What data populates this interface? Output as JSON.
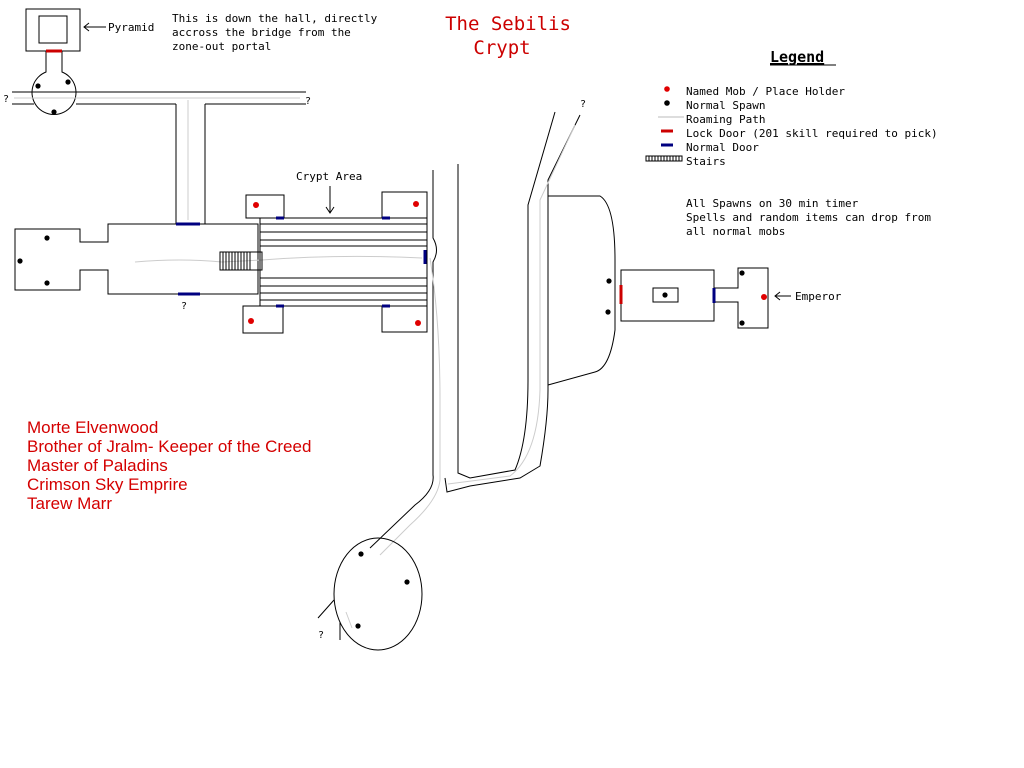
{
  "title": {
    "line1": "The Sebilis",
    "line2": "Crypt"
  },
  "colors": {
    "named_mob": "#e00000",
    "normal_spawn": "#000000",
    "roaming_path": "#cccccc",
    "lock_door": "#cc0000",
    "normal_door": "#000080",
    "credits_text": "#d40000",
    "title_text": "#cc0000"
  },
  "legend": {
    "heading": "Legend",
    "items": [
      {
        "label": "Named Mob / Place Holder",
        "symbol": "red-dot"
      },
      {
        "label": "Normal Spawn",
        "symbol": "black-dot"
      },
      {
        "label": "Roaming Path",
        "symbol": "gray-line"
      },
      {
        "label": "Lock Door (201 skill required to pick)",
        "symbol": "red-bar"
      },
      {
        "label": "Normal Door",
        "symbol": "blue-bar"
      },
      {
        "label": "Stairs",
        "symbol": "stairs"
      }
    ],
    "notes": [
      "All Spawns on 30 min timer",
      "Spells and random items can drop from",
      "all normal mobs"
    ]
  },
  "annotations": {
    "pyramid_label": "Pyramid",
    "hall_note": [
      "This is down the hall, directly",
      "accross the bridge from the",
      "zone-out portal"
    ],
    "crypt_area": "Crypt Area",
    "emperor": "Emperor",
    "unknown_marker": "?"
  },
  "credits": [
    "Morte Elvenwood",
    "Brother of Jralm- Keeper of the Creed",
    "Master of Paladins",
    "Crimson Sky Emprire",
    "Tarew Marr"
  ]
}
